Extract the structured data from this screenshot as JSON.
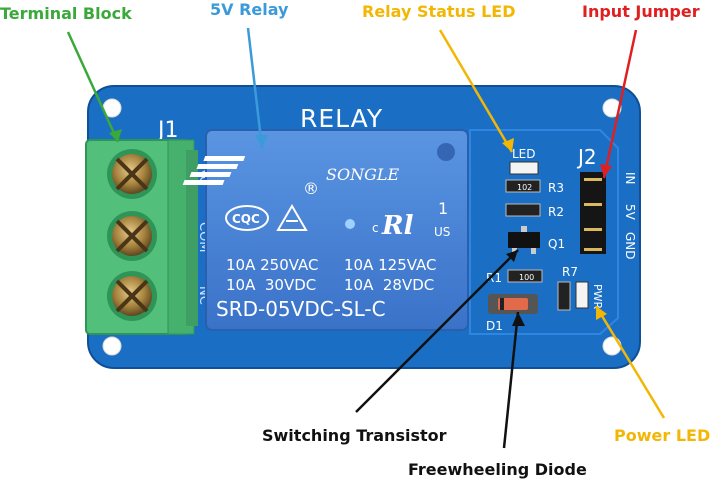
{
  "callouts": {
    "terminal_block": {
      "text": "Terminal Block",
      "color": "#3aa83a"
    },
    "relay": {
      "text": "5V Relay",
      "color": "#3b9ad9"
    },
    "status_led": {
      "text": "Relay Status LED",
      "color": "#f2b705"
    },
    "input_jumper": {
      "text": "Input Jumper",
      "color": "#e02020"
    },
    "switching_transistor": {
      "text": "Switching Transistor",
      "color": "#111111"
    },
    "freewheeling_diode": {
      "text": "Freewheeling Diode",
      "color": "#111111"
    },
    "power_led": {
      "text": "Power LED",
      "color": "#f2b705"
    }
  },
  "board": {
    "title": "RELAY",
    "j1": "J1",
    "j2": "J2",
    "terminal_labels": [
      "NO",
      "COM",
      "NC"
    ],
    "pin_labels": [
      "IN",
      "5V",
      "GND"
    ],
    "led_label": "LED",
    "r1": "R1",
    "r2": "R2",
    "r3": "R3",
    "r7": "R7",
    "r_value_102": "102",
    "r_value_100": "100",
    "q1": "Q1",
    "d1": "D1",
    "pwr": "PWR"
  },
  "relay_body": {
    "brand": "SONGLE",
    "cqc": "CQC",
    "c_mark": "c",
    "ur": "Rl",
    "ul_num": "1",
    "us": "US",
    "r_symbol": "®",
    "rating_line1_left": "10A 250VAC",
    "rating_line1_right": "10A 125VAC",
    "rating_line2_left": "10A  30VDC",
    "rating_line2_right": "10A  28VDC",
    "model": "SRD-05VDC-SL-C"
  },
  "colors": {
    "pcb": "#1a6fc4",
    "pcb_dark": "#0f4f96",
    "relay": "#3f7fd6",
    "relay_edge": "#2a5fae",
    "terminal": "#52c07a",
    "terminal_dark": "#2f9458"
  }
}
